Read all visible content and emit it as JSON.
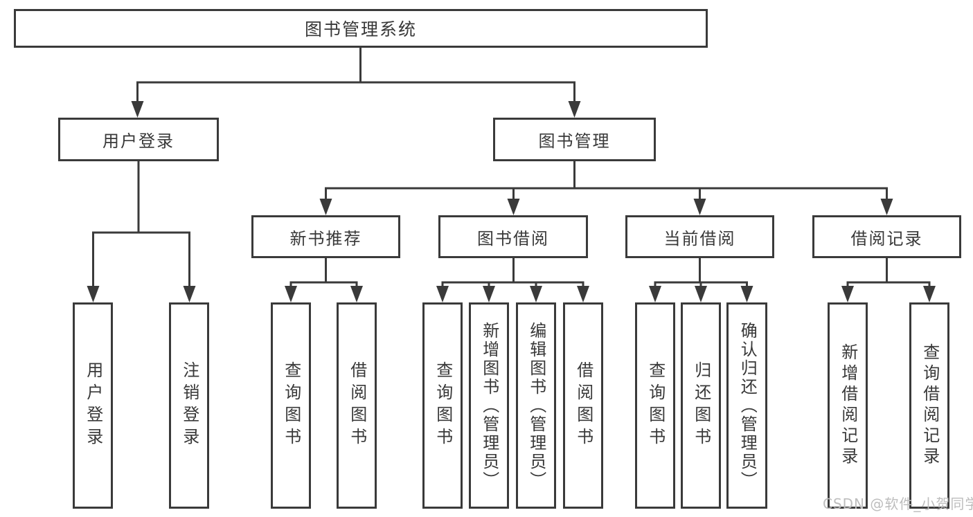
{
  "diagram": {
    "watermark": "CSDN @软件_小贺同学",
    "colors": {
      "line": "#3a3a3a",
      "text": "#383838",
      "watermark": "#bdbdbd",
      "background": "#ffffff"
    },
    "root": {
      "label": "图书管理系统",
      "children": [
        {
          "label": "用户登录",
          "children": [
            {
              "label": "用户登录"
            },
            {
              "label": "注销登录"
            }
          ]
        },
        {
          "label": "图书管理",
          "children": [
            {
              "label": "新书推荐",
              "children": [
                {
                  "label": "查询图书"
                },
                {
                  "label": "借阅图书"
                }
              ]
            },
            {
              "label": "图书借阅",
              "children": [
                {
                  "label": "查询图书"
                },
                {
                  "label": "新增图书（管理员）"
                },
                {
                  "label": "编辑图书（管理员）"
                },
                {
                  "label": "借阅图书"
                }
              ]
            },
            {
              "label": "当前借阅",
              "children": [
                {
                  "label": "查询图书"
                },
                {
                  "label": "归还图书"
                },
                {
                  "label": "确认归还（管理员）"
                }
              ]
            },
            {
              "label": "借阅记录",
              "children": [
                {
                  "label": "新增借阅记录"
                },
                {
                  "label": "查询借阅记录"
                }
              ]
            }
          ]
        }
      ]
    }
  }
}
